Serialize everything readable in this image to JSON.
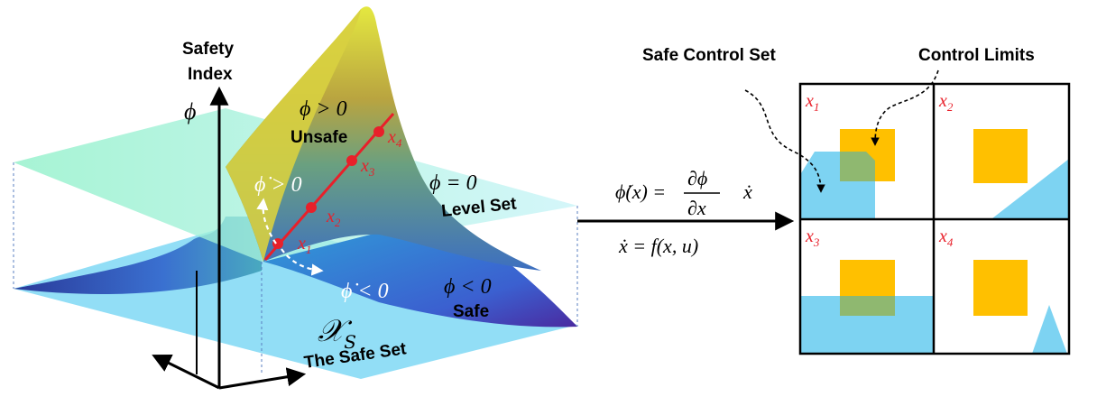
{
  "left_panel": {
    "axis_title_line1": "Safety",
    "axis_title_line2": "Index",
    "axis_symbol": "ϕ",
    "unsafe_condition": "ϕ > 0",
    "unsafe_label": "Unsafe",
    "dot_increase": "ϕ̇ > 0",
    "dot_decrease": "ϕ̇ < 0",
    "level_condition": "ϕ = 0",
    "level_label": "Level Set",
    "safe_condition": "ϕ < 0",
    "safe_label": "Safe",
    "safe_set_symbol": "𝒳",
    "safe_set_subscript": "S",
    "safe_set_label": "The Safe Set",
    "points": [
      {
        "symbol": "x",
        "sub": "1"
      },
      {
        "symbol": "x",
        "sub": "2"
      },
      {
        "symbol": "x",
        "sub": "3"
      },
      {
        "symbol": "x",
        "sub": "4"
      }
    ]
  },
  "middle": {
    "eq_lhs": "ϕ̇(x) =",
    "eq_frac_num": "∂ϕ",
    "eq_frac_den": "∂x",
    "eq_rhs": "ẋ",
    "dynamics": "ẋ = f(x, u)"
  },
  "right_panel": {
    "safe_control_set_label": "Safe Control Set",
    "control_limits_label": "Control Limits",
    "cells": [
      {
        "symbol": "x",
        "sub": "1"
      },
      {
        "symbol": "x",
        "sub": "2"
      },
      {
        "symbol": "x",
        "sub": "3"
      },
      {
        "symbol": "x",
        "sub": "4"
      }
    ]
  },
  "colors": {
    "safe_region": "#7dd3f2",
    "control_limit": "#ffc000",
    "overlap": "#8fb870",
    "accent_red": "#e8202a",
    "level_plane": "#b8f0f4",
    "unsafe_surface": "#d4c43a"
  }
}
